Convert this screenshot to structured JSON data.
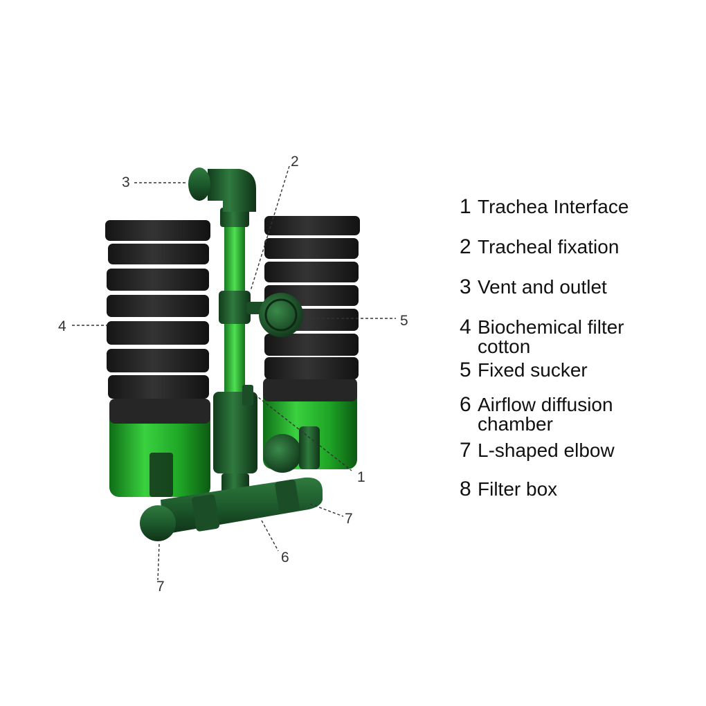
{
  "callouts": [
    "1",
    "2",
    "3",
    "4",
    "5",
    "6",
    "7",
    "7"
  ],
  "legend": [
    {
      "number": "1",
      "text": "Trachea Interface"
    },
    {
      "number": "2",
      "text": "Tracheal fixation"
    },
    {
      "number": "3",
      "text": "Vent and outlet"
    },
    {
      "number": "4",
      "text": "Biochemical filter\ncotton"
    },
    {
      "number": "5",
      "text": "Fixed sucker"
    },
    {
      "number": "6",
      "text": "Airflow diffusion\nchamber"
    },
    {
      "number": "7",
      "text": "L-shaped elbow"
    },
    {
      "number": "8",
      "text": "Filter box"
    }
  ],
  "colors": {
    "sponge": "#1f1f1f",
    "green_canister": "#23b32a",
    "fitting_green": "#1d5a2c"
  }
}
